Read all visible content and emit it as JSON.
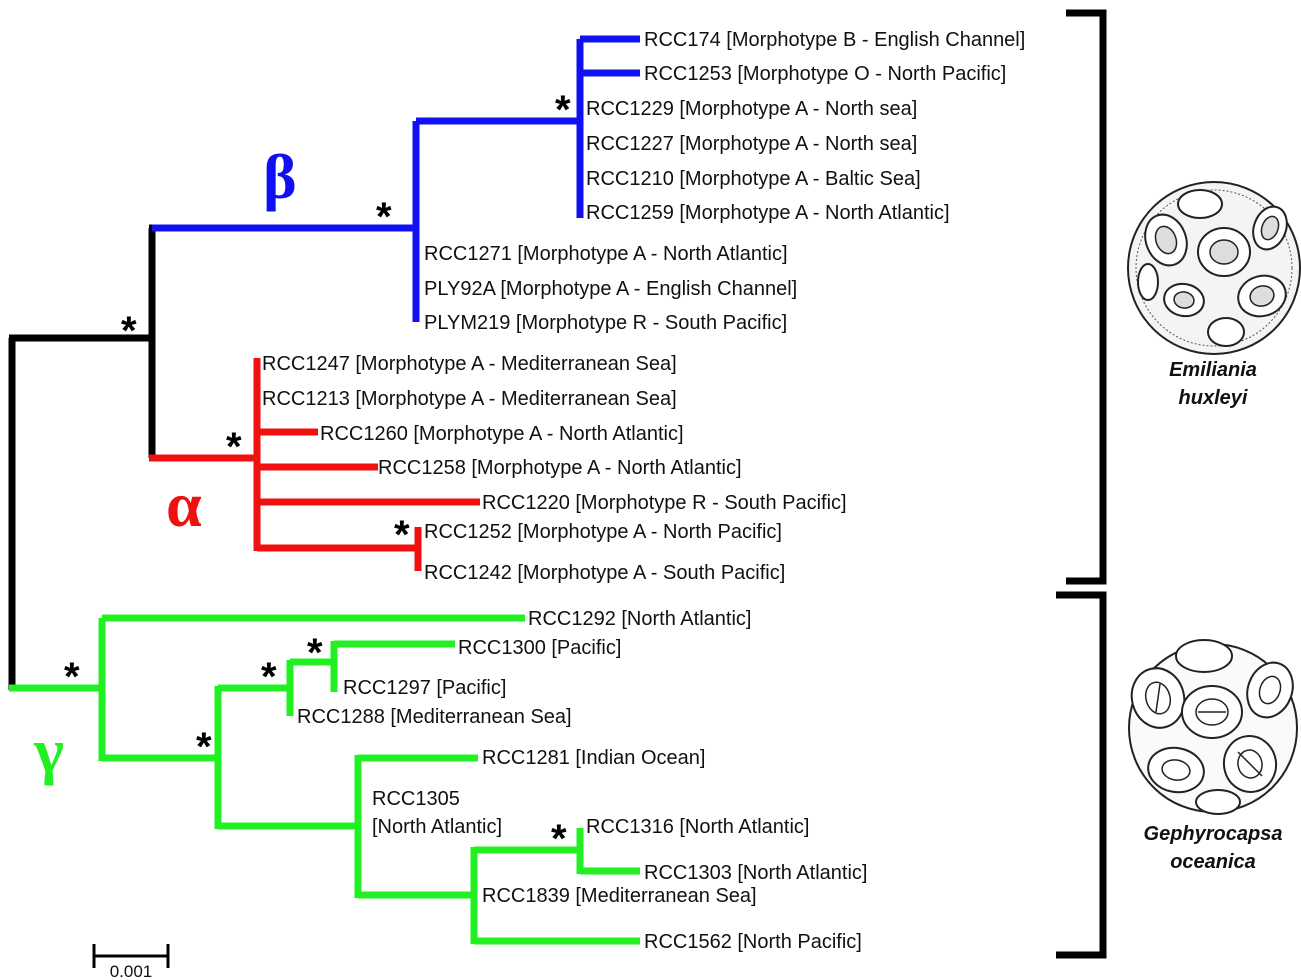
{
  "colors": {
    "beta": "#1010f0",
    "alpha": "#f01010",
    "gamma": "#22f022",
    "root": "#000000",
    "text": "#111111"
  },
  "clade_labels": {
    "beta": "β",
    "alpha": "α",
    "gamma": "γ"
  },
  "support_symbol": "*",
  "leaves": {
    "rcc174": "RCC174 [Morphotype B - English Channel]",
    "rcc1253": "RCC1253 [Morphotype O - North Pacific]",
    "rcc1229": "RCC1229 [Morphotype A - North sea]",
    "rcc1227": "RCC1227 [Morphotype A - North sea]",
    "rcc1210": "RCC1210 [Morphotype A - Baltic Sea]",
    "rcc1259": "RCC1259 [Morphotype A - North Atlantic]",
    "rcc1271": "RCC1271  [Morphotype A - North Atlantic]",
    "ply92a": "PLY92A [Morphotype A - English Channel]",
    "plym219": "PLYM219 [Morphotype R - South Pacific]",
    "rcc1247": "RCC1247 [Morphotype A - Mediterranean Sea]",
    "rcc1213": "RCC1213 [Morphotype A - Mediterranean Sea]",
    "rcc1260": "RCC1260 [Morphotype A - North Atlantic]",
    "rcc1258": "RCC1258 [Morphotype A - North Atlantic]",
    "rcc1220": "RCC1220 [Morphotype R - South Pacific]",
    "rcc1252": "RCC1252 [Morphotype A - North Pacific]",
    "rcc1242": "RCC1242 [Morphotype A - South Pacific]",
    "rcc1292": "RCC1292 [North Atlantic]",
    "rcc1300": "RCC1300 [Pacific]",
    "rcc1297": "RCC1297 [Pacific]",
    "rcc1288": "RCC1288 [Mediterranean Sea]",
    "rcc1281": "RCC1281 [Indian Ocean]",
    "rcc1305_line1": "RCC1305",
    "rcc1305_line2": "[North Atlantic]",
    "rcc1316": "RCC1316 [North Atlantic]",
    "rcc1303": "RCC1303 [North Atlantic]",
    "rcc1839": "RCC1839 [Mediterranean Sea]",
    "rcc1562": "RCC1562 [North Pacific]"
  },
  "species": {
    "ehux_line1": "Emiliania",
    "ehux_line2": "huxleyi",
    "gocean_line1": "Gephyrocapsa",
    "gocean_line2": "oceanica"
  },
  "scale_bar": {
    "label": "0.001"
  }
}
